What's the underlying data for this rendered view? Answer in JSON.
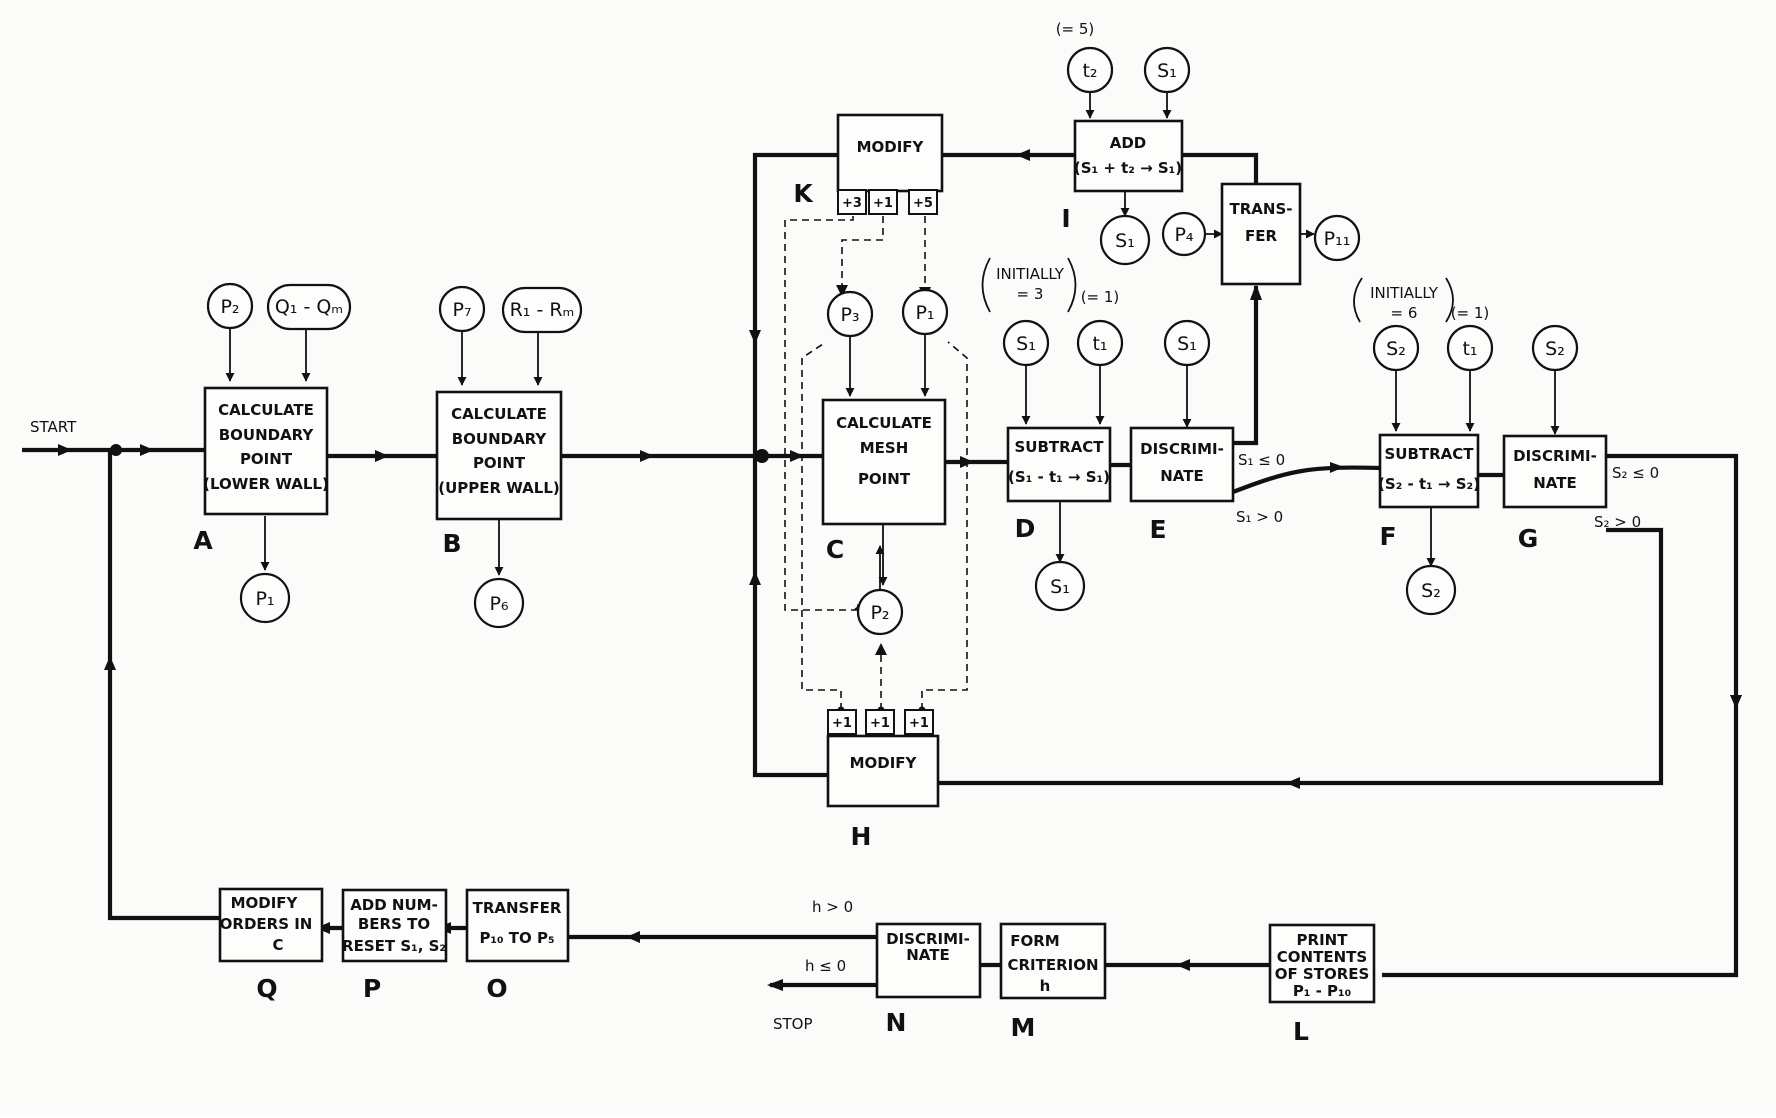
{
  "figure": {
    "start_label": "START",
    "stop_label": "STOP",
    "boxes": {
      "A": {
        "lines": [
          "CALCULATE",
          "BOUNDARY",
          "POINT",
          "(LOWER WALL)"
        ],
        "letter": "A"
      },
      "B": {
        "lines": [
          "CALCULATE",
          "BOUNDARY",
          "POINT",
          "(UPPER WALL)"
        ],
        "letter": "B"
      },
      "C": {
        "lines": [
          "CALCULATE",
          "MESH",
          "POINT"
        ],
        "letter": "C"
      },
      "D": {
        "lines": [
          "SUBTRACT",
          "(S₁ - t₁ → S₁)"
        ],
        "letter": "D"
      },
      "E": {
        "lines": [
          "DISCRIMI-",
          "NATE"
        ],
        "letter": "E"
      },
      "F": {
        "lines": [
          "SUBTRACT",
          "(S₂ - t₁ → S₂)"
        ],
        "letter": "F"
      },
      "G": {
        "lines": [
          "DISCRIMI-",
          "NATE"
        ],
        "letter": "G"
      },
      "H": {
        "lines": [
          "MODIFY"
        ],
        "letter": "H"
      },
      "I": {
        "lines": [
          "ADD",
          "(S₁ + t₂ → S₁)"
        ],
        "letter": "I"
      },
      "K": {
        "lines": [
          "MODIFY"
        ],
        "letter": "K"
      },
      "TRANSFER": {
        "lines": [
          "TRANS-",
          "FER"
        ]
      },
      "L": {
        "lines": [
          "PRINT",
          "CONTENTS",
          "OF STORES",
          "P₁ - P₁₀"
        ],
        "letter": "L"
      },
      "M": {
        "lines": [
          "FORM",
          "CRITERION",
          "h"
        ],
        "letter": "M"
      },
      "N": {
        "lines": [
          "DISCRIMI-",
          "NATE"
        ],
        "letter": "N"
      },
      "O": {
        "lines": [
          "TRANSFER",
          "P₁₀ TO P₅"
        ],
        "letter": "O"
      },
      "P": {
        "lines": [
          "ADD NUM-",
          "BERS TO",
          "RESET S₁, S₂"
        ],
        "letter": "P"
      },
      "Q": {
        "lines": [
          "MODIFY",
          "ORDERS IN",
          "C"
        ],
        "letter": "Q"
      }
    },
    "circles": {
      "A_in1": "P₂",
      "A_in2": "Q₁ - Qₘ",
      "A_out": "P₁",
      "B_in1": "P₇",
      "B_in2": "R₁ - Rₘ",
      "B_out": "P₆",
      "C_in1": "P₃",
      "C_in2": "P₁",
      "C_out": "P₂",
      "D_in1": "S₁",
      "D_in2": "t₁",
      "D_out": "S₁",
      "E_in": "S₁",
      "F_in1": "S₂",
      "F_in2": "t₁",
      "F_out": "S₂",
      "G_in": "S₂",
      "I_in1": "t₂",
      "I_in2": "S₁",
      "I_out": "S₁",
      "T_in": "P₄",
      "T_out": "P₁₁"
    },
    "notes": {
      "t2_value": "(= 5)",
      "s1_initial": [
        "INITIALLY",
        "= 3"
      ],
      "t1_value_d": "(= 1)",
      "s2_initial": [
        "INITIALLY",
        "= 6"
      ],
      "t1_value_f": "(= 1)"
    },
    "controls": {
      "K": [
        "+3",
        "+1",
        "+5"
      ],
      "H": [
        "+1",
        "+1",
        "+1"
      ]
    },
    "branches": {
      "E_le": "S₁ ≤ 0",
      "E_gt": "S₁ > 0",
      "G_le": "S₂ ≤ 0",
      "G_gt": "S₂ > 0",
      "N_gt": "h > 0",
      "N_le": "h ≤ 0"
    }
  }
}
